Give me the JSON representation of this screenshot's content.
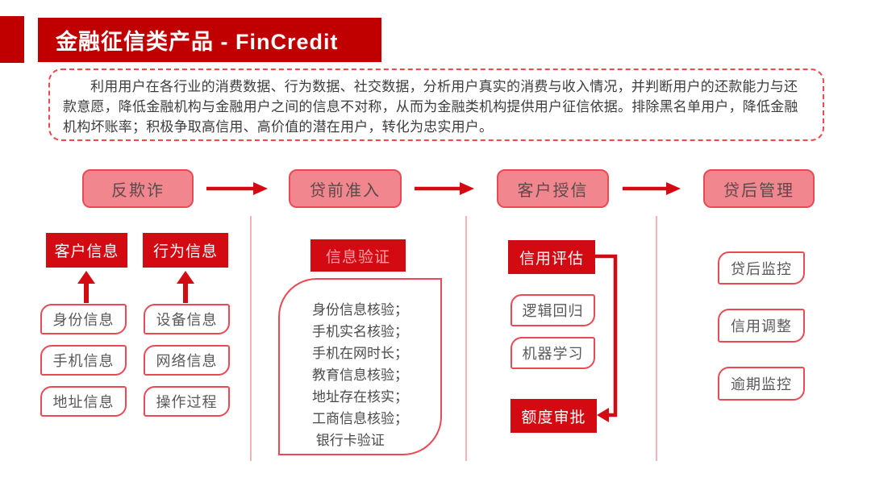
{
  "slide": {
    "title": "金融征信类产品 - FinCredit",
    "description": "利用用户在各行业的消费数据、行为数据、社交数据，分析用户真实的消费与收入情况，并判断用户的还款能力与还款意愿，降低金融机构与金融用户之间的信息不对称，从而为金融类机构提供用户征信依据。排除黑名单用户，降低金融机构坏账率；积极争取高信用、高价值的潜在用户，转化为忠实用户。"
  },
  "flow": {
    "stages": [
      {
        "label": "反欺诈"
      },
      {
        "label": "贷前准入"
      },
      {
        "label": "客户授信"
      },
      {
        "label": "贷后管理"
      }
    ]
  },
  "fraud_column": {
    "groups": [
      {
        "header": "客户信息",
        "items": [
          "身份信息",
          "手机信息",
          "地址信息"
        ]
      },
      {
        "header": "行为信息",
        "items": [
          "设备信息",
          "网络信息",
          "操作过程"
        ]
      }
    ]
  },
  "verification_column": {
    "header": "信息验证",
    "lines": [
      "身份信息核验；",
      "手机实名核验；",
      "手机在网时长；",
      "教育信息核验；",
      "地址存在核实；",
      "工商信息核验；",
      " 银行卡验证"
    ]
  },
  "credit_column": {
    "top": "信用评估",
    "methods": [
      "逻辑回归",
      "机器学习"
    ],
    "bottom": "额度审批"
  },
  "postloan_column": {
    "items": [
      "贷后监控",
      "信用调整",
      "逾期监控"
    ]
  },
  "colors": {
    "brand_red": "#C00000",
    "solid_red": "#D40A12",
    "stage_fill": "#F2868E",
    "stage_border": "#EA4A54",
    "divider_pink": "#F6B3B7",
    "pink_text": "#F7A2A8"
  }
}
